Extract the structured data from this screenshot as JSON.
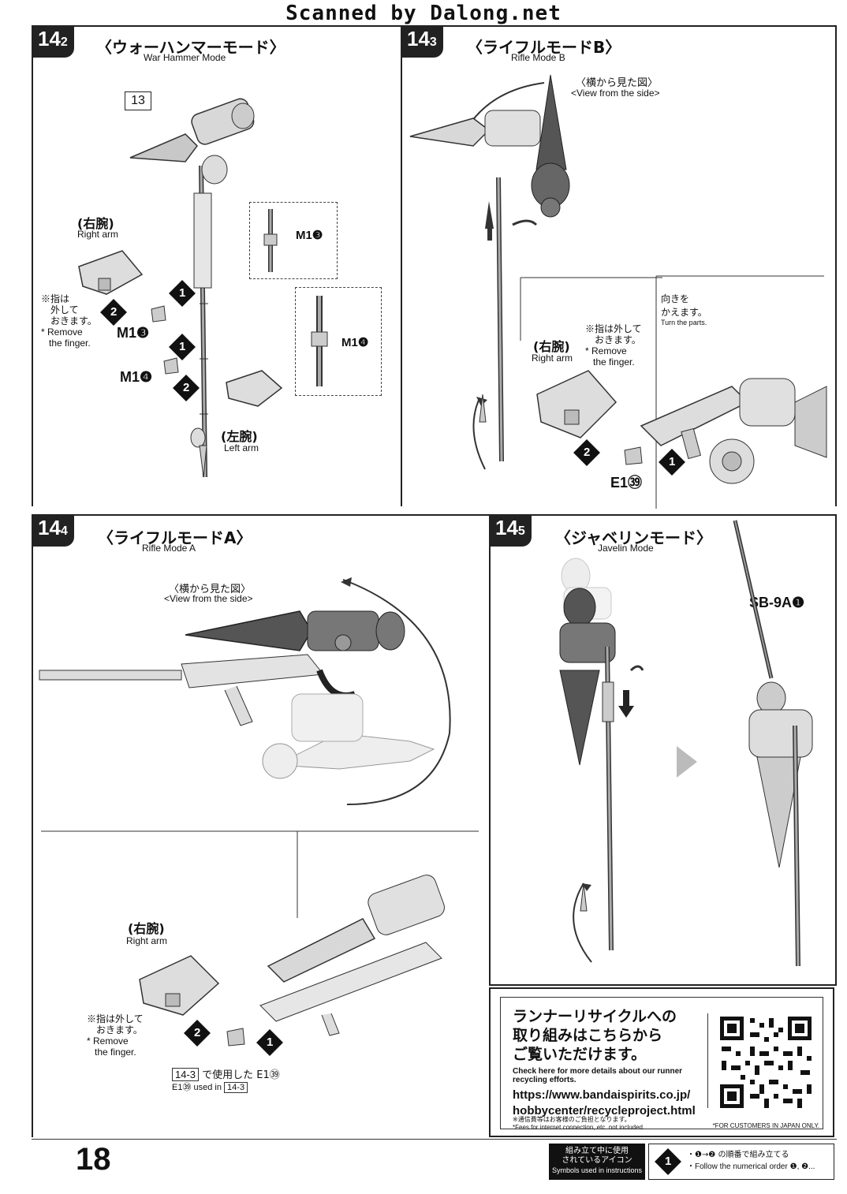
{
  "scan_credit": "Scanned by Dalong.net",
  "page_number": "18",
  "steps": [
    {
      "number_main": "14",
      "number_sub": "2",
      "title_jp": "〈ウォーハンマーモード〉",
      "title_en": "War Hammer Mode"
    },
    {
      "number_main": "14",
      "number_sub": "3",
      "title_jp": "〈ライフルモードB〉",
      "title_en": "Rifle Mode B"
    },
    {
      "number_main": "14",
      "number_sub": "4",
      "title_jp": "〈ライフルモードA〉",
      "title_en": "Rifle Mode A"
    },
    {
      "number_main": "14",
      "number_sub": "5",
      "title_jp": "〈ジャベリンモード〉",
      "title_en": "Javelin Mode"
    }
  ],
  "step2": {
    "ref": "13",
    "right_arm_jp": "(右腕)",
    "right_arm_en": "Right arm",
    "left_arm_jp": "(左腕)",
    "left_arm_en": "Left arm",
    "finger_note_jp_1": "※指は",
    "finger_note_jp_2": "外して",
    "finger_note_jp_3": "おきます。",
    "finger_note_en_1": "* Remove",
    "finger_note_en_2": "the finger.",
    "part_a": "M1❸",
    "part_b": "M1❹",
    "detail_a": "M1❸",
    "detail_b": "M1❹",
    "step1": "1",
    "step2": "2"
  },
  "step3": {
    "side_view_jp": "〈横から見た図〉",
    "side_view_en": "<View from the side>",
    "turn_jp_1": "向きを",
    "turn_jp_2": "かえます。",
    "turn_en": "Turn the parts.",
    "finger_note_jp_1": "※指は外して",
    "finger_note_jp_2": "おきます。",
    "finger_note_en_1": "* Remove",
    "finger_note_en_2": "the finger.",
    "right_arm_jp": "(右腕)",
    "right_arm_en": "Right arm",
    "part": "E1㊴",
    "step1": "1",
    "step2": "2"
  },
  "step4": {
    "side_view_jp": "〈横から見た図〉",
    "side_view_en": "<View from the side>",
    "right_arm_jp": "(右腕)",
    "right_arm_en": "Right arm",
    "finger_note_jp_1": "※指は外して",
    "finger_note_jp_2": "おきます。",
    "finger_note_en_1": "* Remove",
    "finger_note_en_2": "the finger.",
    "used_ref": "14-3",
    "used_jp": "で使用した E1㊴",
    "used_en_prefix": "E1㊴ used in",
    "used_en_ref": "14-3",
    "step1": "1",
    "step2": "2"
  },
  "step5": {
    "part": "SB-9A❶"
  },
  "recycle": {
    "headline_1": "ランナーリサイクルへの",
    "headline_2": "取り組みはこちらから",
    "headline_3": "ご覧いただけます。",
    "body_1": "Check here for more details about our runner",
    "body_2": "recycling efforts.",
    "url_1": "https://www.bandaispirits.co.jp/",
    "url_2": "hobbycenter/recycleproject.html",
    "fee_jp": "※通信費等はお客様のご負担となります。",
    "fee_en": "*Fees for internet connection, etc. not included.",
    "japan_only": "*FOR CUSTOMERS IN JAPAN ONLY."
  },
  "legend": {
    "title_jp_1": "組み立て中に使用",
    "title_jp_2": "されているアイコン",
    "title_en": "Symbols used in instructions",
    "icon_num": "1",
    "desc_jp": "・❶→❷ の順番で組み立てる",
    "desc_en": "・Follow the numerical order ❶, ❷..."
  }
}
